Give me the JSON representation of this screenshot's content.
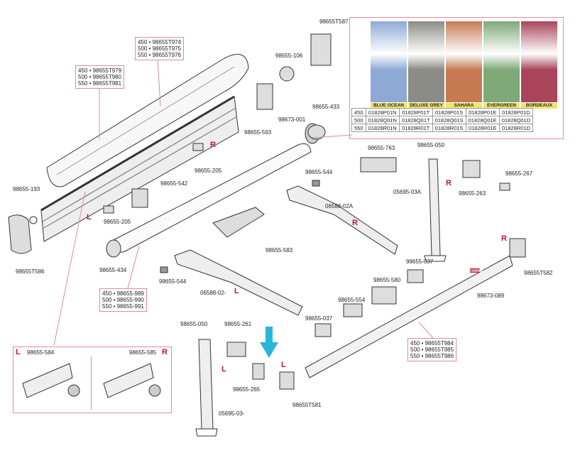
{
  "labels": {
    "cover_box": [
      "450 • 98655T974",
      "500 • 98655T975",
      "550 • 98655T976"
    ],
    "rail_box": [
      "450 • 98655T979",
      "500 • 98655T980",
      "550 • 98655T981"
    ],
    "roller_box": [
      "450 • 98655-989",
      "500 • 98655-990",
      "550 • 98655-991"
    ],
    "frontbar_box": [
      "450 • 98655T984",
      "500 • 98655T985",
      "550 • 98655T986"
    ],
    "p_98655T587": "98655T587",
    "p_98655_106": "98655-106",
    "p_98673_001": "98673-001",
    "p_98655_593": "98655-593",
    "p_98655_433": "98655-433",
    "p_98655_193": "98655-193",
    "p_98655T586": "98655T586",
    "p_98655_205a": "98655-205",
    "p_98655_205b": "98655-205",
    "p_98655_542": "98655-542",
    "p_98655_434": "98655-434",
    "p_98655_544a": "98655-544",
    "p_98655_544b": "98655-544",
    "p_98655_583": "98655-583",
    "p_06588_02A": "06588-02A",
    "p_06588_02": "06588-02-",
    "p_98655_763": "98655-763",
    "p_98655_050a": "98655-050",
    "p_98655_050b": "98655-050",
    "p_05695_03A": "05695-03A",
    "p_05695_03": "05695-03-",
    "p_98655_263": "98655-263",
    "p_98655_267": "98655-267",
    "p_98655T582": "98655T582",
    "p_98673_089": "98673-089",
    "p_98655_037a": "98655-037",
    "p_98655_037b": "98655-037",
    "p_98655_580": "98655-580",
    "p_98655_554": "98655-554",
    "p_98655_261": "98655-261",
    "p_98655_265": "98655-265",
    "p_98655T581": "98655T581",
    "p_98655_584": "98655-584",
    "p_98655_585": "98655-585"
  },
  "side_marks": {
    "r1": "R",
    "r2": "R",
    "r3": "R",
    "r4": "R",
    "r5": "R",
    "l1": "L",
    "l2": "L",
    "l3": "L",
    "l4": "L",
    "l5": "L"
  },
  "fabric_table": {
    "colors": [
      {
        "name": "BLUE OCEAN",
        "hex": "#8fa9d6"
      },
      {
        "name": "DELUXE GREY",
        "hex": "#8c8c86"
      },
      {
        "name": "SAHARA",
        "hex": "#c77a52"
      },
      {
        "name": "EVERGREEN",
        "hex": "#7fa878"
      },
      {
        "name": "BORDEAUX",
        "hex": "#a8455a"
      }
    ],
    "rows": [
      [
        "450",
        "01828P01N",
        "01828P01T",
        "01828P01S",
        "01828P01E",
        "01828P01D"
      ],
      [
        "500",
        "01828Q01N",
        "01828Q01T",
        "01828Q01S",
        "01828Q01E",
        "01828Q01D"
      ],
      [
        "550",
        "01828R01N",
        "01828R01T",
        "01828R01S",
        "01828R01E",
        "01828R01D"
      ]
    ]
  },
  "arrow_color": "#29b6d8",
  "frontbar_logo": "FIAMMA"
}
